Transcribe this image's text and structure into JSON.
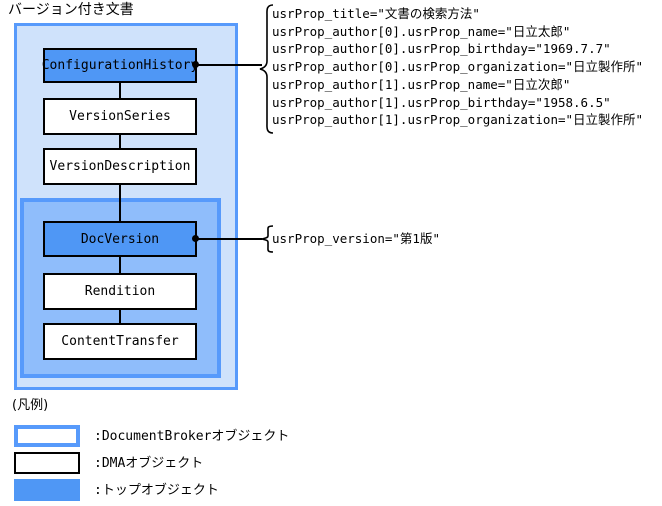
{
  "diagram": {
    "title": "バージョン付き文書",
    "colors": {
      "outer_container_fill": "#cfe2fb",
      "outer_container_border": "#579afb",
      "inner_container_fill": "#8fbdfb",
      "inner_container_border": "#579afb",
      "top_object_fill": "#4f97f5",
      "dma_object_fill": "#ffffff",
      "line": "#000000"
    },
    "nodes": [
      {
        "id": "configurationhistory",
        "label": "ConfigurationHistory",
        "type": "top-object"
      },
      {
        "id": "versionseries",
        "label": "VersionSeries",
        "type": "dma-object"
      },
      {
        "id": "versiondescription",
        "label": "VersionDescription",
        "type": "dma-object"
      },
      {
        "id": "docversion",
        "label": "DocVersion",
        "type": "top-object"
      },
      {
        "id": "rendition",
        "label": "Rendition",
        "type": "dma-object"
      },
      {
        "id": "contenttransfer",
        "label": "ContentTransfer",
        "type": "dma-object"
      }
    ],
    "callouts": {
      "properties": {
        "target": "ConfigurationHistory",
        "lines": [
          "usrProp_title=\"文書の検索方法\"",
          "usrProp_author[0].usrProp_name=\"日立太郎\"",
          "usrProp_author[0].usrProp_birthday=\"1969.7.7\"",
          "usrProp_author[0].usrProp_organization=\"日立製作所\"",
          "usrProp_author[1].usrProp_name=\"日立次郎\"",
          "usrProp_author[1].usrProp_birthday=\"1958.6.5\"",
          "usrProp_author[1].usrProp_organization=\"日立製作所\""
        ]
      },
      "version": {
        "target": "DocVersion",
        "lines": [
          "usrProp_version=\"第1版\""
        ]
      }
    },
    "legend": {
      "title": "(凡例)",
      "items": [
        {
          "swatch": "documentbroker",
          "label": ":DocumentBrokerオブジェクト"
        },
        {
          "swatch": "dma",
          "label": ":DMAオブジェクト"
        },
        {
          "swatch": "topobject",
          "label": ":トップオブジェクト"
        }
      ]
    }
  }
}
